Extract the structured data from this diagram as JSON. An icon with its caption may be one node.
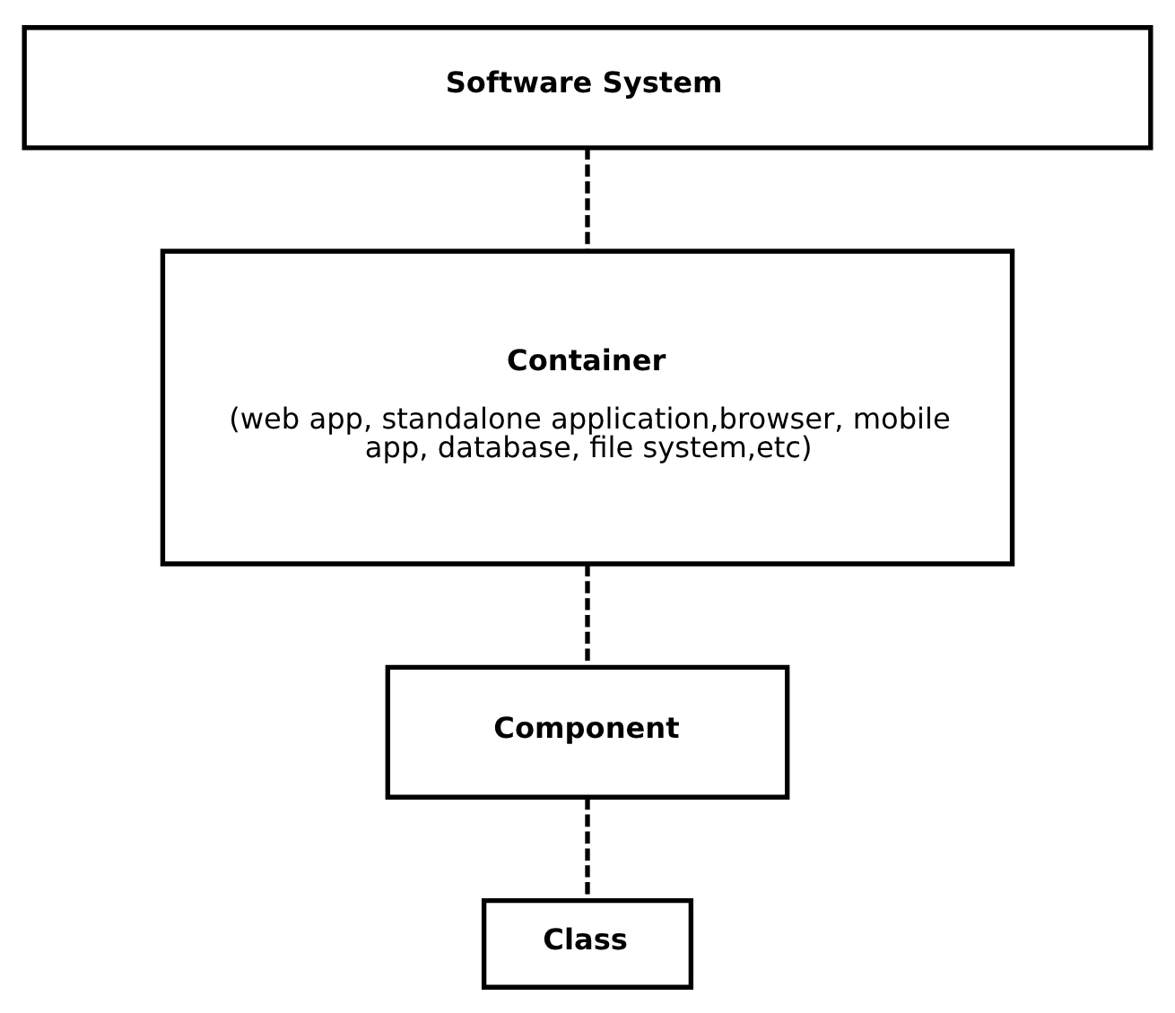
{
  "diagram": {
    "nodes": [
      {
        "text": [
          "Software System"
        ]
      },
      {
        "text": [
          "Container",
          "(web app, standalone application,browser, mobile app, database, file system,etc)"
        ]
      },
      {
        "text": [
          "Component"
        ]
      },
      {
        "text": [
          "Class"
        ]
      }
    ],
    "edges": [
      {
        "from": 0,
        "to": 1,
        "arrow": "none",
        "style": "dashed"
      },
      {
        "from": 1,
        "to": 2,
        "arrow": "none",
        "style": "dashed"
      },
      {
        "from": 2,
        "to": 3,
        "arrow": "none",
        "style": "dashed"
      }
    ]
  }
}
